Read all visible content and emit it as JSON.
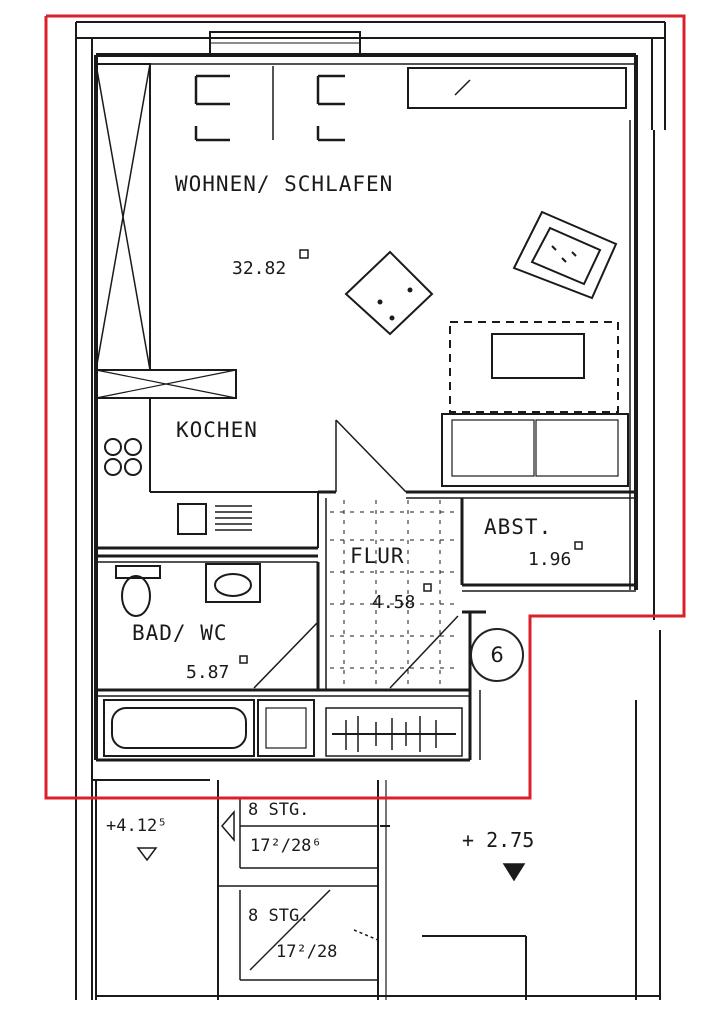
{
  "rooms": {
    "wohnen": {
      "label": "WOHNEN/ SCHLAFEN",
      "area": "32.82"
    },
    "kochen": {
      "label": "KOCHEN"
    },
    "flur": {
      "label": "FLUR",
      "area": "4.58"
    },
    "abst": {
      "label": "ABST.",
      "area": "1.96"
    },
    "bad": {
      "label": "BAD/ WC",
      "area": "5.87"
    }
  },
  "unit_number": "6",
  "stairs": {
    "upper_steps": "8 STG.",
    "upper_ratio": "17²/28⁶",
    "lower_steps": "8 STG.",
    "lower_ratio": "17²/28"
  },
  "levels": {
    "left": "+4.12⁵",
    "right": "+ 2.75"
  },
  "colors": {
    "outline": "#d8212a",
    "wall": "#1a1a1a"
  }
}
